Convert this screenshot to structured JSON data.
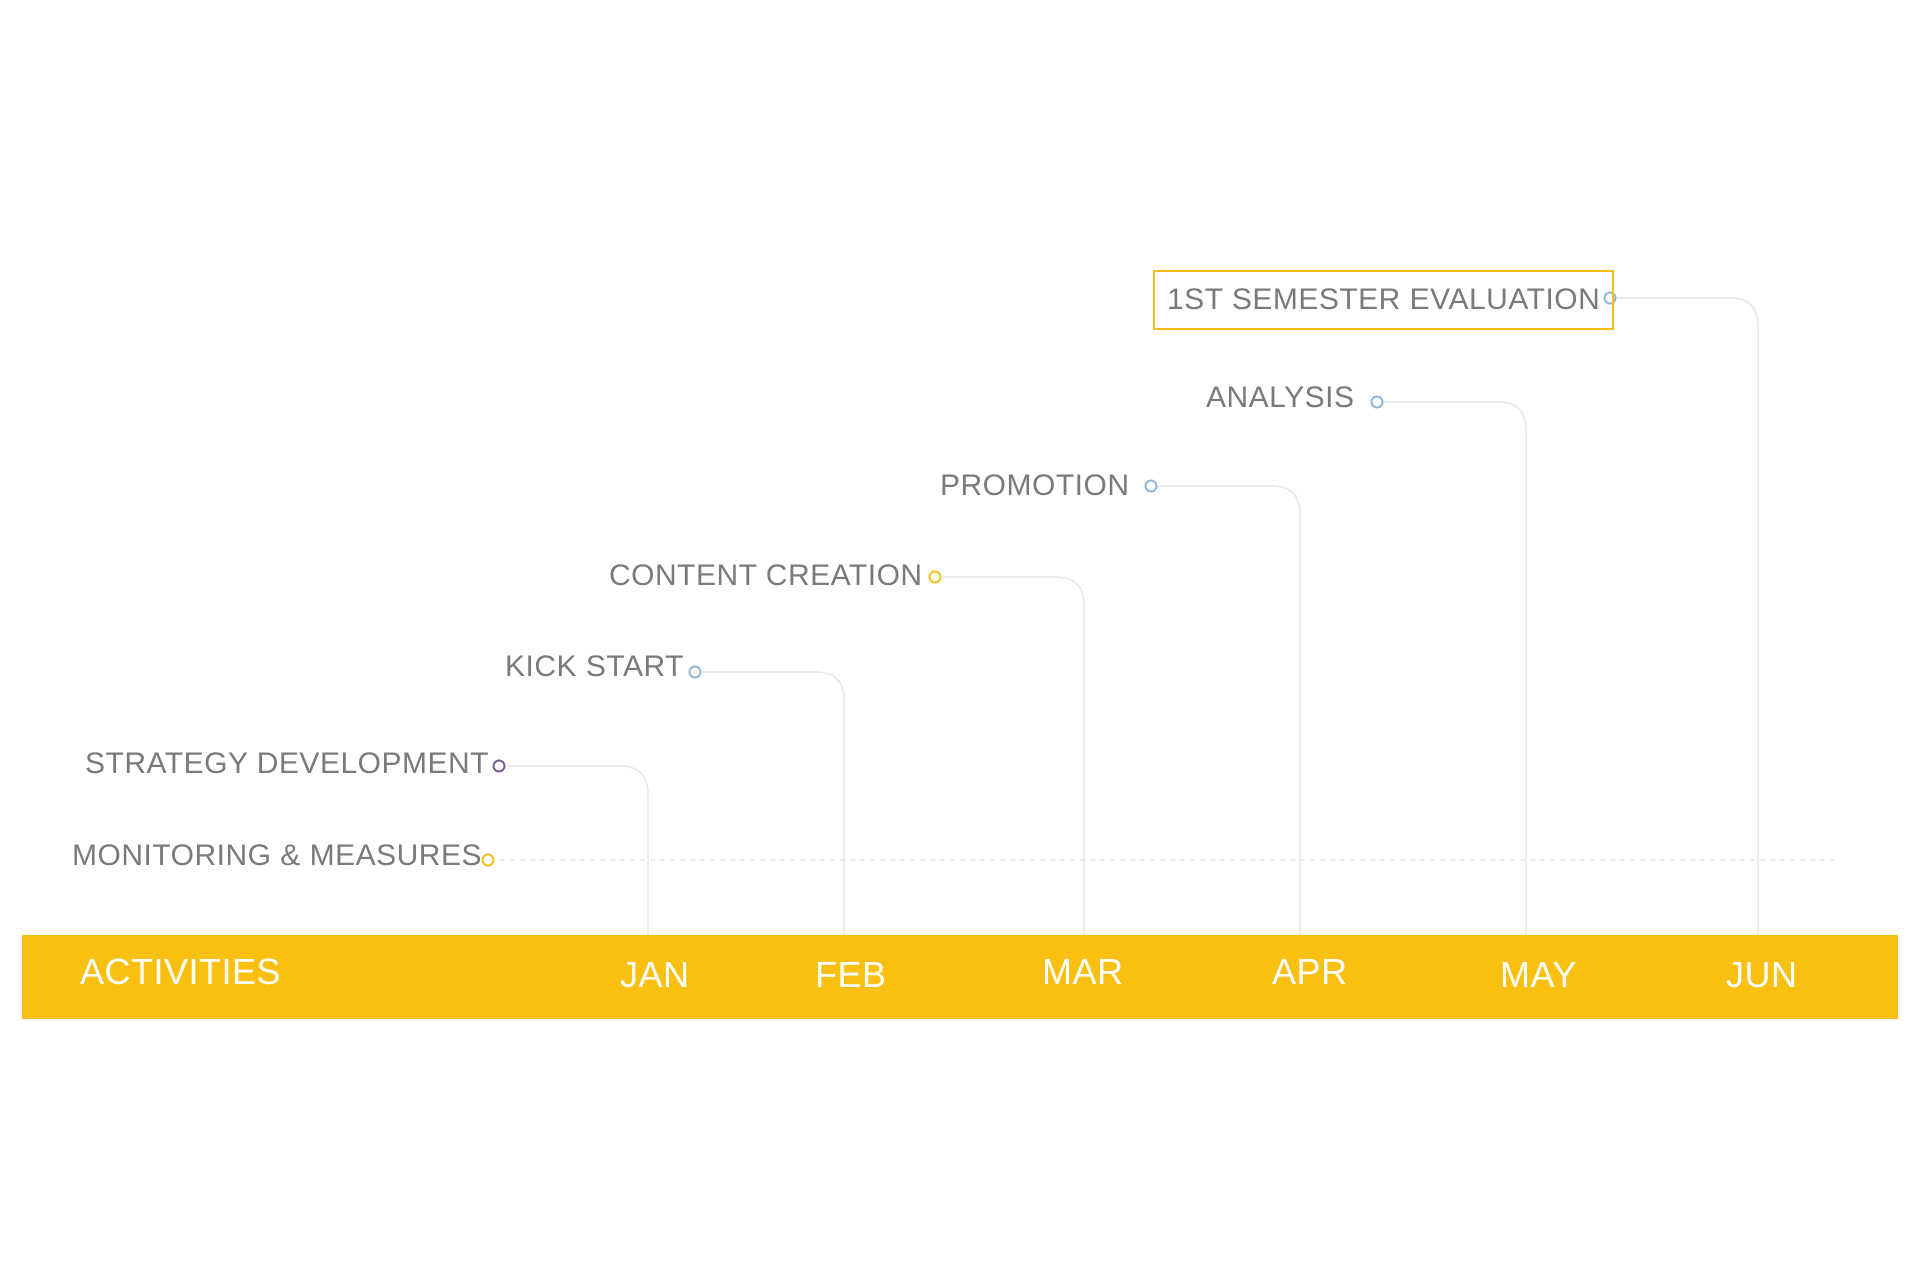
{
  "colors": {
    "band": "#f9c011",
    "label_text": "#7a7a7a",
    "connector": "#e3e6ea",
    "dashed_line": "#e6e6e6",
    "highlight_border": "#f2be1a",
    "dot_yellow": "#f4bf1c",
    "dot_blue": "#8fb6d8",
    "dot_purple": "#7a5b8c"
  },
  "activities": [
    {
      "label": "1ST SEMESTER EVALUATION",
      "dot_color": "blue",
      "month": "JUN",
      "highlighted": true
    },
    {
      "label": "ANALYSIS",
      "dot_color": "blue",
      "month": "MAY",
      "highlighted": false
    },
    {
      "label": "PROMOTION",
      "dot_color": "blue",
      "month": "APR",
      "highlighted": false
    },
    {
      "label": "CONTENT CREATION",
      "dot_color": "yellow",
      "month": "MAR",
      "highlighted": false
    },
    {
      "label": "KICK START",
      "dot_color": "blue",
      "month": "FEB",
      "highlighted": false
    },
    {
      "label": "STRATEGY DEVELOPMENT",
      "dot_color": "purple",
      "month": "JAN",
      "highlighted": false
    },
    {
      "label": "MONITORING & MEASURES",
      "dot_color": "yellow",
      "month": "",
      "highlighted": false
    }
  ],
  "band": {
    "title": "ACTIVITIES",
    "months": [
      "JAN",
      "FEB",
      "MAR",
      "APR",
      "MAY",
      "JUN"
    ]
  }
}
